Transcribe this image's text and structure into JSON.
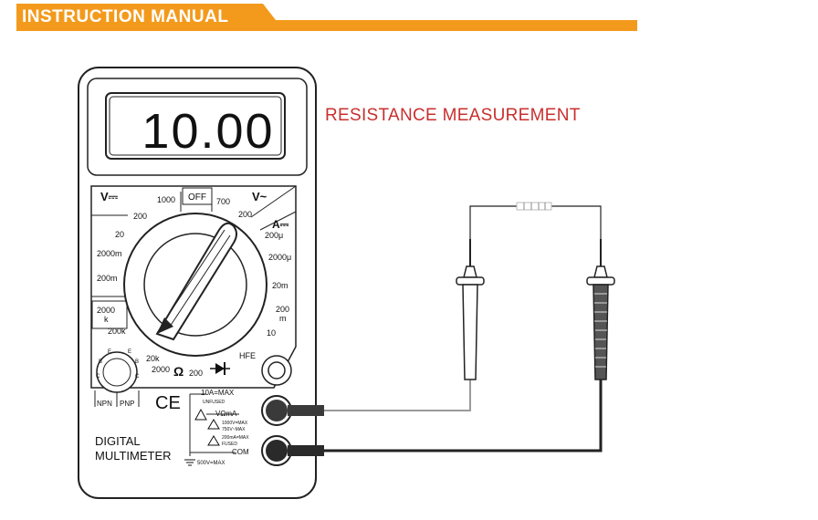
{
  "header": {
    "title": "INSTRUCTION MANUAL"
  },
  "diagram": {
    "title": "RESISTANCE MEASUREMENT",
    "display": {
      "reading": "10.00"
    },
    "off_label": "OFF",
    "dcv": {
      "label": "V⎓",
      "ranges": [
        "1000",
        "200",
        "20",
        "2000m",
        "200m"
      ]
    },
    "acv": {
      "label": "V~",
      "ranges": [
        "700",
        "200"
      ]
    },
    "dca": {
      "label": "A⎓",
      "ranges": [
        "200μ",
        "2000μ",
        "20m",
        "200\nm",
        "10"
      ]
    },
    "ohm": {
      "label": "Ω",
      "ranges": [
        "2000\nk",
        "200k",
        "20k",
        "2000",
        "200"
      ]
    },
    "hfe_label": "HFE",
    "transistor": {
      "npn": "NPN",
      "pnp": "PNP",
      "pins": [
        "E",
        "B",
        "C",
        "E",
        "B",
        "C"
      ]
    },
    "ce_mark": "CE",
    "brand": {
      "line1": "DIGITAL",
      "line2": "MULTIMETER"
    },
    "jacks": {
      "a10": "10A=MAX",
      "a10_note": "UNFUSED",
      "vohm": "VΩmA",
      "vohm_note1": "1000V=MAX",
      "vohm_note2": "750V~MAX",
      "vohm_note3": "200mA=MAX",
      "vohm_note4": "FUSED",
      "com": "COM",
      "com_note": "500V=MAX"
    }
  }
}
